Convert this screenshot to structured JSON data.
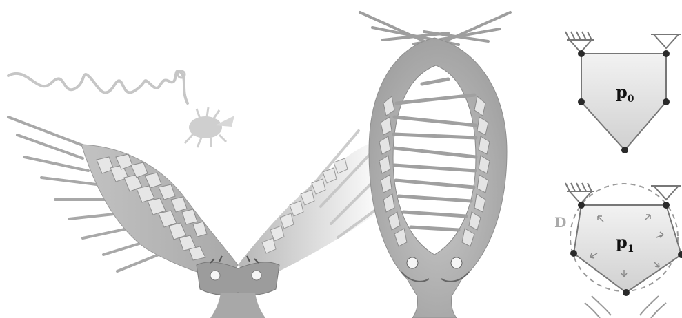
{
  "labels": {
    "polygon_initial": "p",
    "polygon_initial_sub": "0",
    "polygon_deformed": "p",
    "polygon_deformed_sub": "1",
    "domain": "D"
  },
  "colors": {
    "trap_fill": "#b9b9b9",
    "trap_dark": "#8c8c8c",
    "trap_light": "#dcdcdc",
    "polygon_edge": "#777777",
    "vertex": "#2a2a2a",
    "domain_circle": "#9a9a9a",
    "insect": "#c8c8c8"
  }
}
